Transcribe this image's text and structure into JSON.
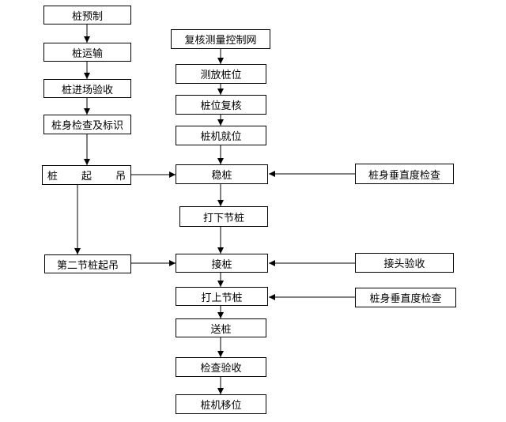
{
  "flowchart": {
    "left_column": {
      "precast": "桩预制",
      "transport": "桩运输",
      "acceptance": "桩进场验收",
      "inspection_marking": "桩身检查及标识",
      "lift": "桩 起 吊",
      "second_lift": "第二节桩起吊"
    },
    "main_column": {
      "survey_control": "复核测量控制网",
      "stake_out": "测放桩位",
      "position_recheck": "桩位复核",
      "machine_in_position": "桩机就位",
      "stabilize": "稳桩",
      "drive_lower": "打下节桩",
      "splice": "接桩",
      "drive_upper": "打上节桩",
      "follower": "送桩",
      "inspection_acceptance": "检查验收",
      "machine_relocate": "桩机移位"
    },
    "right_column": {
      "verticality_check_1": "桩身垂直度检查",
      "joint_acceptance": "接头验收",
      "verticality_check_2": "桩身垂直度检查"
    }
  }
}
